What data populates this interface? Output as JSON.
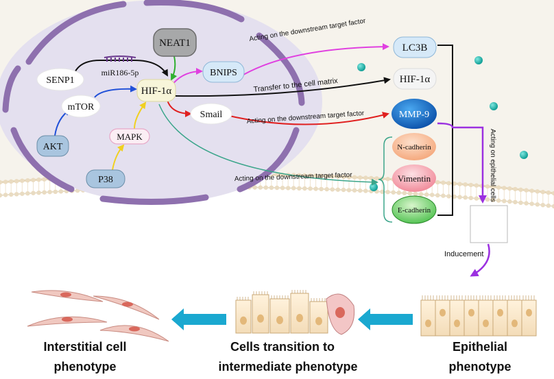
{
  "nodes": {
    "neat1": "NEAT1",
    "senp1": "SENP1",
    "mir": "miR186-5p",
    "hif": "HIF-1α",
    "mtor": "mTOR",
    "akt": "AKT",
    "mapk": "MAPK",
    "p38": "P38",
    "bnips": "BNIPS",
    "smail": "Smail"
  },
  "targets": {
    "lc3b": "LC3B",
    "hif": "HIF-1α",
    "mmp9": "MMP-9",
    "ncad": "N-cadherin",
    "vim": "Vimentin",
    "ecad": "E-cadherin"
  },
  "labels": {
    "lc3b_arrow": "Acting on the downstream target factor",
    "hif_arrow": "Transfer to the cell matrix",
    "mmp9_arrow": "Acting on the downstream target factor",
    "bracket_arrow": "Acting on the downstream target factor",
    "epithelial_arrow": "Acting on epithelial cells",
    "inducement": "Inducement"
  },
  "phenotypes": {
    "interstitial_line1": "Interstitial cell",
    "interstitial_line2": "phenotype",
    "intermediate_line1": "Cells transition to",
    "intermediate_line2": "intermediate phenotype",
    "epithelial_line1": "Epithelial",
    "epithelial_line2": "phenotype"
  },
  "colors": {
    "nucleus_fill": "#e2deee",
    "nucleus_border": "#8d6fae",
    "membrane": "#d9c7a6",
    "pink_arrow": "#e040e0",
    "red_arrow": "#e02020",
    "blue_arrow": "#2050d8",
    "yellow_arrow": "#f0d020",
    "green_arrow": "#30b030",
    "teal_arrow": "#3aa58a",
    "purple_arrow": "#9b30e0",
    "cyan_arrow": "#1aa8d0",
    "dot": "#1ab0a8"
  }
}
